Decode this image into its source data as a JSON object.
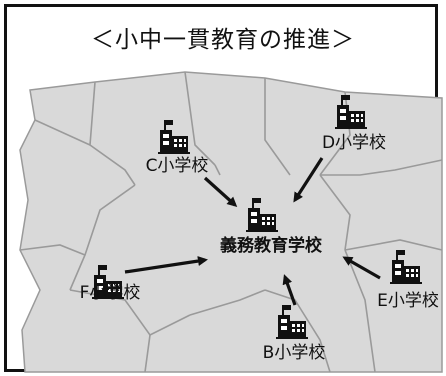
{
  "title": "＜小中一貫教育の推進＞",
  "center_label": "義務教育学校",
  "schools": {
    "c": "C小学校",
    "d": "D小学校",
    "f": "F小学校",
    "e": "E小学校",
    "b": "B小学校"
  },
  "colors": {
    "region_fill": "#d9d9d9",
    "region_border": "#9a9a9a",
    "arrow": "#111111",
    "frame": "#111111"
  },
  "icons": [
    "school-building-icon"
  ]
}
